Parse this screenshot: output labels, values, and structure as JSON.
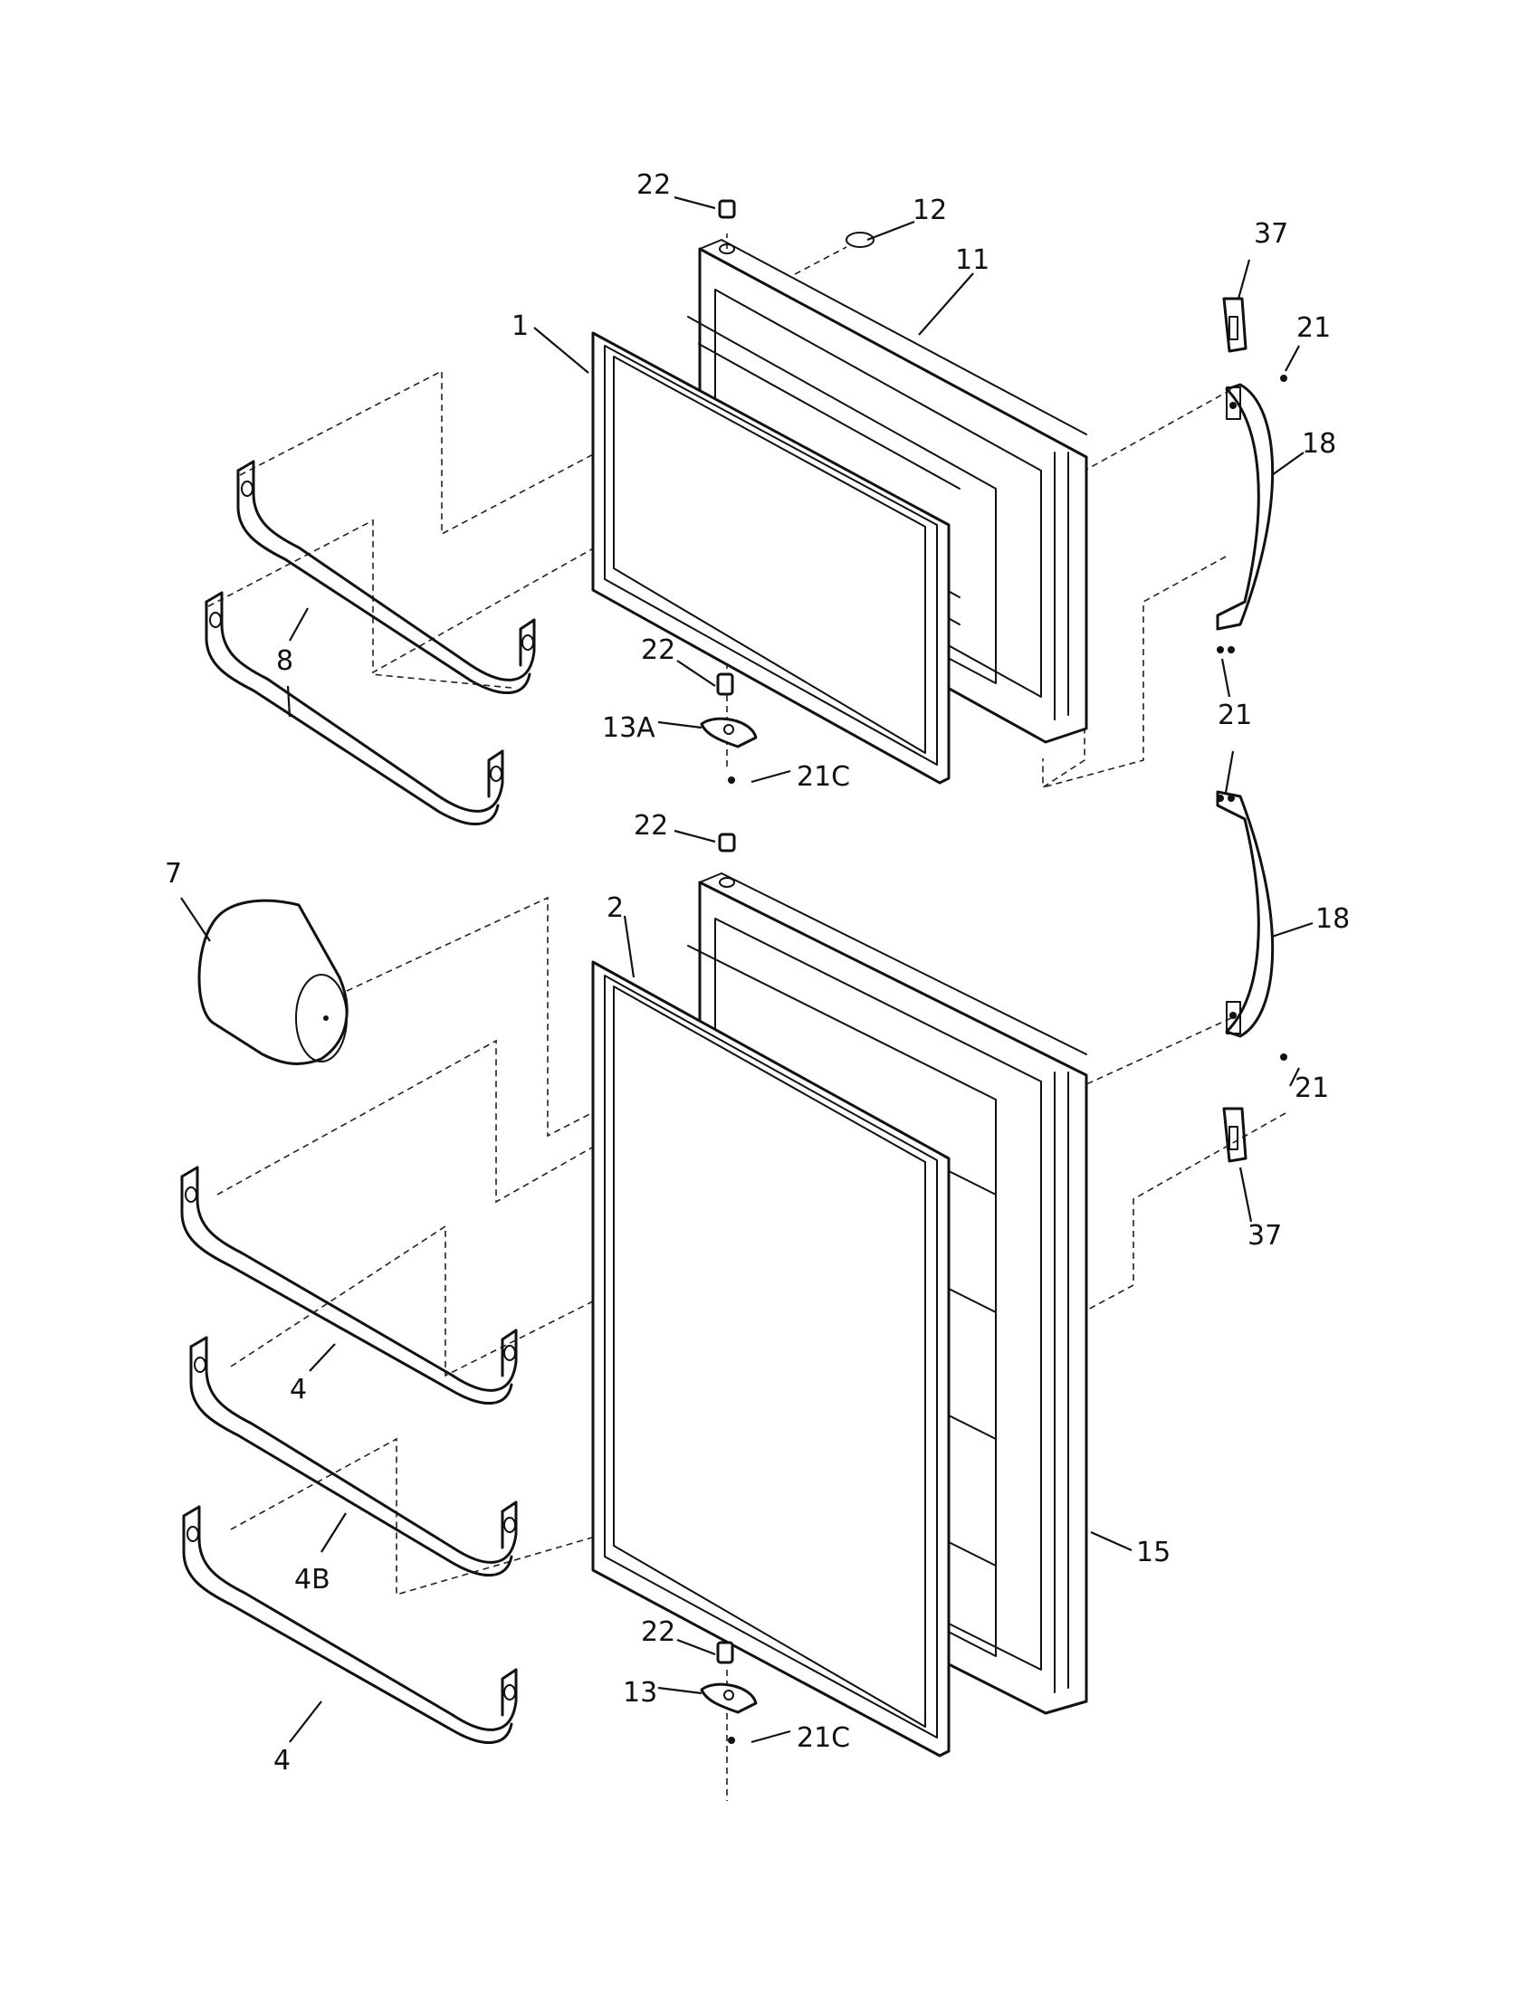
{
  "diagram": {
    "callouts": {
      "p1": "1",
      "p2": "2",
      "p4a": "4",
      "p4b": "4B",
      "p4c": "4",
      "p7": "7",
      "p8": "8",
      "p11": "11",
      "p12": "12",
      "p13": "13",
      "p13a": "13A",
      "p15": "15",
      "p18a": "18",
      "p18b": "18",
      "p21a": "21",
      "p21b": "21",
      "p21c": "21",
      "p21c1": "21C",
      "p21c2": "21C",
      "p22a": "22",
      "p22b": "22",
      "p22c": "22",
      "p22d": "22",
      "p37a": "37",
      "p37b": "37"
    }
  }
}
